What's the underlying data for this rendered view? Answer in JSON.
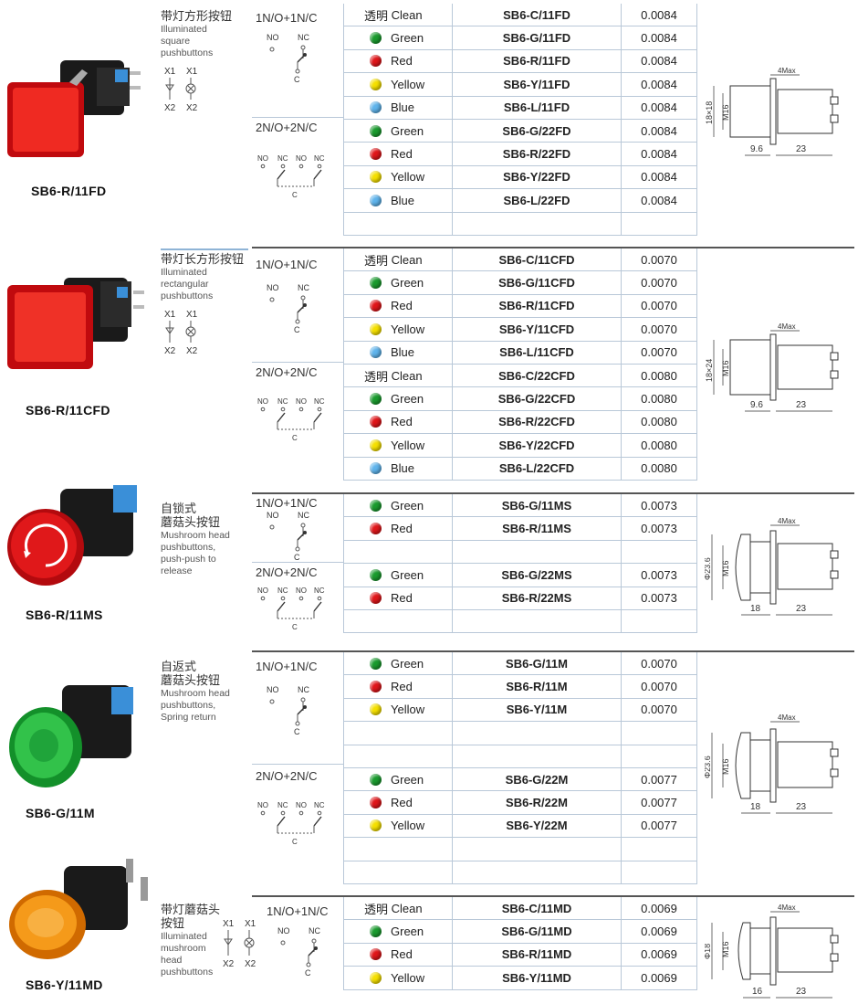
{
  "colors": {
    "green": "#1a9b2e",
    "red": "#e0161a",
    "yellow": "#f5e000",
    "blue": "#5fb4ec",
    "accent": "#8fb4d6"
  },
  "sections": [
    {
      "model": "SB6-R/11FD",
      "desc_cn": "带灯方形按钮",
      "desc_en": [
        "Illuminated",
        "square",
        "pushbuttons"
      ],
      "wiring_labels": [
        "X1",
        "X1",
        "X2",
        "X2"
      ],
      "groups": [
        {
          "circuit": "1N/O+1N/C",
          "rows": [
            {
              "color": "clean",
              "label_cn": "透明",
              "label": "Clean",
              "model": "SB6-C/11FD",
              "price": "0.0084"
            },
            {
              "color": "green",
              "label": "Green",
              "model": "SB6-G/11FD",
              "price": "0.0084"
            },
            {
              "color": "red",
              "label": "Red",
              "model": "SB6-R/11FD",
              "price": "0.0084"
            },
            {
              "color": "yellow",
              "label": "Yellow",
              "model": "SB6-Y/11FD",
              "price": "0.0084"
            },
            {
              "color": "blue",
              "label": "Blue",
              "model": "SB6-L/11FD",
              "price": "0.0084"
            }
          ]
        },
        {
          "circuit": "2N/O+2N/C",
          "rows": [
            {
              "color": "green",
              "label": "Green",
              "model": "SB6-G/22FD",
              "price": "0.0084"
            },
            {
              "color": "red",
              "label": "Red",
              "model": "SB6-R/22FD",
              "price": "0.0084"
            },
            {
              "color": "yellow",
              "label": "Yellow",
              "model": "SB6-Y/22FD",
              "price": "0.0084"
            },
            {
              "color": "blue",
              "label": "Blue",
              "model": "SB6-L/22FD",
              "price": "0.0084"
            },
            {
              "color": "none"
            }
          ]
        }
      ],
      "dims": {
        "top": "4Max",
        "side1": "18×18",
        "side2": "M16",
        "bottom1": "9.6",
        "bottom2": "23"
      }
    },
    {
      "model": "SB6-R/11CFD",
      "desc_cn": "带灯长方形按钮",
      "desc_en": [
        "Illuminated",
        "rectangular",
        "pushbuttons"
      ],
      "wiring_labels": [
        "X1",
        "X1",
        "X2",
        "X2"
      ],
      "groups": [
        {
          "circuit": "1N/O+1N/C",
          "rows": [
            {
              "color": "clean",
              "label_cn": "透明",
              "label": "Clean",
              "model": "SB6-C/11CFD",
              "price": "0.0070"
            },
            {
              "color": "green",
              "label": "Green",
              "model": "SB6-G/11CFD",
              "price": "0.0070"
            },
            {
              "color": "red",
              "label": "Red",
              "model": "SB6-R/11CFD",
              "price": "0.0070"
            },
            {
              "color": "yellow",
              "label": "Yellow",
              "model": "SB6-Y/11CFD",
              "price": "0.0070"
            },
            {
              "color": "blue",
              "label": "Blue",
              "model": "SB6-L/11CFD",
              "price": "0.0070"
            }
          ]
        },
        {
          "circuit": "2N/O+2N/C",
          "rows": [
            {
              "color": "clean",
              "label_cn": "透明",
              "label": "Clean",
              "model": "SB6-C/22CFD",
              "price": "0.0080"
            },
            {
              "color": "green",
              "label": "Green",
              "model": "SB6-G/22CFD",
              "price": "0.0080"
            },
            {
              "color": "red",
              "label": "Red",
              "model": "SB6-R/22CFD",
              "price": "0.0080"
            },
            {
              "color": "yellow",
              "label": "Yellow",
              "model": "SB6-Y/22CFD",
              "price": "0.0080"
            },
            {
              "color": "blue",
              "label": "Blue",
              "model": "SB6-L/22CFD",
              "price": "0.0080"
            }
          ]
        }
      ],
      "dims": {
        "top": "4Max",
        "side1": "18×24",
        "side2": "M16",
        "bottom1": "9.6",
        "bottom2": "23"
      }
    },
    {
      "model": "SB6-R/11MS",
      "desc_cn": "自锁式\n蘑菇头按钮",
      "desc_en": [
        "Mushroom head",
        "pushbuttons,",
        "push-push to",
        "release"
      ],
      "groups": [
        {
          "circuit": "1N/O+1N/C",
          "rows": [
            {
              "color": "green",
              "label": "Green",
              "model": "SB6-G/11MS",
              "price": "0.0073"
            },
            {
              "color": "red",
              "label": "Red",
              "model": "SB6-R/11MS",
              "price": "0.0073"
            },
            {
              "color": "none"
            }
          ]
        },
        {
          "circuit": "2N/O+2N/C",
          "rows": [
            {
              "color": "green",
              "label": "Green",
              "model": "SB6-G/22MS",
              "price": "0.0073"
            },
            {
              "color": "red",
              "label": "Red",
              "model": "SB6-R/22MS",
              "price": "0.0073"
            },
            {
              "color": "none"
            }
          ]
        }
      ],
      "dims": {
        "top": "4Max",
        "side1": "Φ23.6",
        "side2": "M16",
        "bottom1": "18",
        "bottom2": "23"
      }
    },
    {
      "model": "SB6-G/11M",
      "desc_cn": "自返式\n蘑菇头按钮",
      "desc_en": [
        "Mushroom head",
        "pushbuttons,",
        "Spring return"
      ],
      "groups": [
        {
          "circuit": "1N/O+1N/C",
          "rows": [
            {
              "color": "green",
              "label": "Green",
              "model": "SB6-G/11M",
              "price": "0.0070"
            },
            {
              "color": "red",
              "label": "Red",
              "model": "SB6-R/11M",
              "price": "0.0070"
            },
            {
              "color": "yellow",
              "label": "Yellow",
              "model": "SB6-Y/11M",
              "price": "0.0070"
            },
            {
              "color": "none"
            },
            {
              "color": "none"
            }
          ]
        },
        {
          "circuit": "2N/O+2N/C",
          "rows": [
            {
              "color": "green",
              "label": "Green",
              "model": "SB6-G/22M",
              "price": "0.0077"
            },
            {
              "color": "red",
              "label": "Red",
              "model": "SB6-R/22M",
              "price": "0.0077"
            },
            {
              "color": "yellow",
              "label": "Yellow",
              "model": "SB6-Y/22M",
              "price": "0.0077"
            },
            {
              "color": "none"
            },
            {
              "color": "none"
            }
          ]
        }
      ],
      "dims": {
        "top": "4Max",
        "side1": "Φ23.6",
        "side2": "M16",
        "bottom1": "18",
        "bottom2": "23"
      }
    },
    {
      "model": "SB6-Y/11MD",
      "desc_cn": "带灯蘑菇头\n按钮",
      "desc_en": [
        "Illuminated",
        "mushroom",
        "head",
        "pushbuttons"
      ],
      "wiring_labels": [
        "X1",
        "X1",
        "X2",
        "X2"
      ],
      "groups": [
        {
          "circuit": "1N/O+1N/C",
          "rows": [
            {
              "color": "clean",
              "label_cn": "透明",
              "label": "Clean",
              "model": "SB6-C/11MD",
              "price": "0.0069"
            },
            {
              "color": "green",
              "label": "Green",
              "model": "SB6-G/11MD",
              "price": "0.0069"
            },
            {
              "color": "red",
              "label": "Red",
              "model": "SB6-R/11MD",
              "price": "0.0069"
            },
            {
              "color": "yellow",
              "label": "Yellow",
              "model": "SB6-Y/11MD",
              "price": "0.0069"
            }
          ]
        }
      ],
      "dims": {
        "top": "4Max",
        "side1": "Φ18",
        "side2": "M16",
        "bottom1": "16",
        "bottom2": "23"
      }
    }
  ],
  "circuit_terms": {
    "no": "NO",
    "nc": "NC",
    "c": "C"
  }
}
